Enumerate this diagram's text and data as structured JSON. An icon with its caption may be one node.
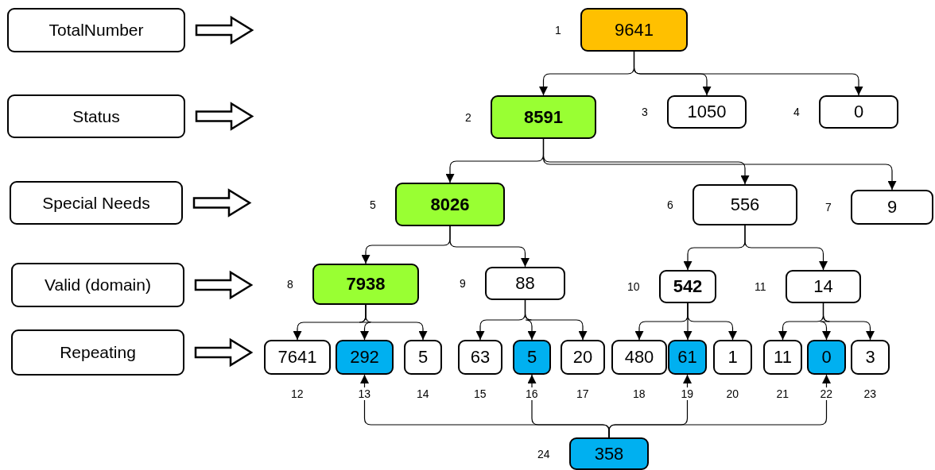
{
  "diagram": {
    "nodes": [
      {
        "text": [
          "TotalNumber"
        ]
      },
      {
        "text": [
          "Status"
        ]
      },
      {
        "text": [
          "Special Needs"
        ]
      },
      {
        "text": [
          "Valid (domain)"
        ]
      },
      {
        "text": [
          "Repeating"
        ]
      },
      {
        "text": [
          "9641"
        ],
        "beside": [
          "1"
        ]
      },
      {
        "text": [
          "8591"
        ],
        "beside": [
          "2"
        ]
      },
      {
        "text": [
          "1050"
        ],
        "beside": [
          "3"
        ]
      },
      {
        "text": [
          "0"
        ],
        "beside": [
          "4"
        ]
      },
      {
        "text": [
          "8026"
        ],
        "beside": [
          "5"
        ]
      },
      {
        "text": [
          "556"
        ],
        "beside": [
          "6"
        ]
      },
      {
        "text": [
          "9"
        ],
        "beside": [
          "7"
        ]
      },
      {
        "text": [
          "7938"
        ],
        "beside": [
          "8"
        ]
      },
      {
        "text": [
          "88"
        ],
        "beside": [
          "9"
        ]
      },
      {
        "text": [
          "542"
        ],
        "beside": [
          "10"
        ]
      },
      {
        "text": [
          "14"
        ],
        "beside": [
          "11"
        ]
      },
      {
        "text": [
          "7641"
        ],
        "beside": [
          "12"
        ]
      },
      {
        "text": [
          "292"
        ],
        "beside": [
          "13"
        ]
      },
      {
        "text": [
          "5"
        ],
        "beside": [
          "14"
        ]
      },
      {
        "text": [
          "63"
        ],
        "beside": [
          "15"
        ]
      },
      {
        "text": [
          "5"
        ],
        "beside": [
          "16"
        ]
      },
      {
        "text": [
          "20"
        ],
        "beside": [
          "17"
        ]
      },
      {
        "text": [
          "480"
        ],
        "beside": [
          "18"
        ]
      },
      {
        "text": [
          "61"
        ],
        "beside": [
          "19"
        ]
      },
      {
        "text": [
          "1"
        ],
        "beside": [
          "20"
        ]
      },
      {
        "text": [
          "11"
        ],
        "beside": [
          "21"
        ]
      },
      {
        "text": [
          "0"
        ],
        "beside": [
          "22"
        ]
      },
      {
        "text": [
          "3"
        ],
        "beside": [
          "23"
        ]
      },
      {
        "text": [
          "358"
        ],
        "beside": [
          "24"
        ]
      }
    ],
    "edges": [
      {
        "from": 0,
        "to": null,
        "arrow": "to"
      },
      {
        "from": 1,
        "to": null,
        "arrow": "to"
      },
      {
        "from": 2,
        "to": null,
        "arrow": "to"
      },
      {
        "from": 3,
        "to": null,
        "arrow": "to"
      },
      {
        "from": 4,
        "to": null,
        "arrow": "to"
      },
      {
        "from": 5,
        "to": 6,
        "arrow": "to"
      },
      {
        "from": 5,
        "to": 7,
        "arrow": "to"
      },
      {
        "from": 5,
        "to": 8,
        "arrow": "to"
      },
      {
        "from": 6,
        "to": 9,
        "arrow": "to"
      },
      {
        "from": 6,
        "to": 10,
        "arrow": "to"
      },
      {
        "from": 6,
        "to": 11,
        "arrow": "to"
      },
      {
        "from": 9,
        "to": 12,
        "arrow": "to"
      },
      {
        "from": 9,
        "to": 13,
        "arrow": "to"
      },
      {
        "from": 10,
        "to": 14,
        "arrow": "to"
      },
      {
        "from": 10,
        "to": 15,
        "arrow": "to"
      },
      {
        "from": 12,
        "to": 16,
        "arrow": "to"
      },
      {
        "from": 12,
        "to": 17,
        "arrow": "to"
      },
      {
        "from": 12,
        "to": 18,
        "arrow": "to"
      },
      {
        "from": 13,
        "to": 19,
        "arrow": "to"
      },
      {
        "from": 13,
        "to": 20,
        "arrow": "to"
      },
      {
        "from": 13,
        "to": 21,
        "arrow": "to"
      },
      {
        "from": 14,
        "to": 22,
        "arrow": "to"
      },
      {
        "from": 14,
        "to": 23,
        "arrow": "to"
      },
      {
        "from": 14,
        "to": 24,
        "arrow": "to"
      },
      {
        "from": 15,
        "to": 25,
        "arrow": "to"
      },
      {
        "from": 15,
        "to": 26,
        "arrow": "to"
      },
      {
        "from": 15,
        "to": 27,
        "arrow": "to"
      },
      {
        "from": 28,
        "to": 17,
        "arrow": "to"
      },
      {
        "from": 28,
        "to": 20,
        "arrow": "to"
      },
      {
        "from": 28,
        "to": 23,
        "arrow": "to"
      },
      {
        "from": 28,
        "to": 26,
        "arrow": "to"
      }
    ]
  }
}
